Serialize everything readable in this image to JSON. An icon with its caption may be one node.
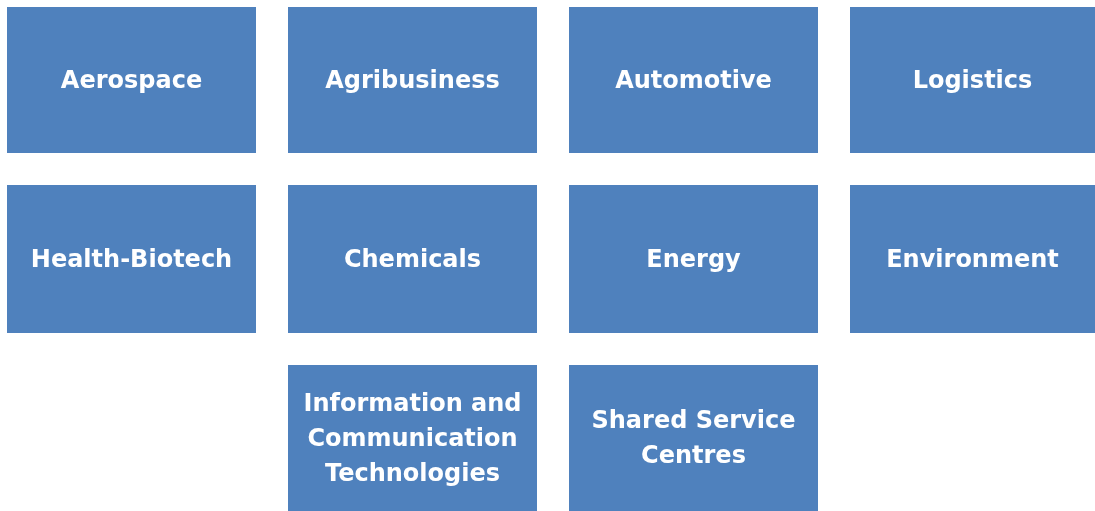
{
  "diagram": {
    "nodes": [
      {
        "text": [
          "Aerospace"
        ]
      },
      {
        "text": [
          "Agribusiness"
        ]
      },
      {
        "text": [
          "Automotive"
        ]
      },
      {
        "text": [
          "Logistics"
        ]
      },
      {
        "text": [
          "Health-Biotech"
        ]
      },
      {
        "text": [
          "Chemicals"
        ]
      },
      {
        "text": [
          "Energy"
        ]
      },
      {
        "text": [
          "Environment"
        ]
      },
      {
        "text": [
          "Information and Communication Technologies"
        ]
      },
      {
        "text": [
          "Shared Service Centres"
        ]
      }
    ],
    "edges": []
  }
}
